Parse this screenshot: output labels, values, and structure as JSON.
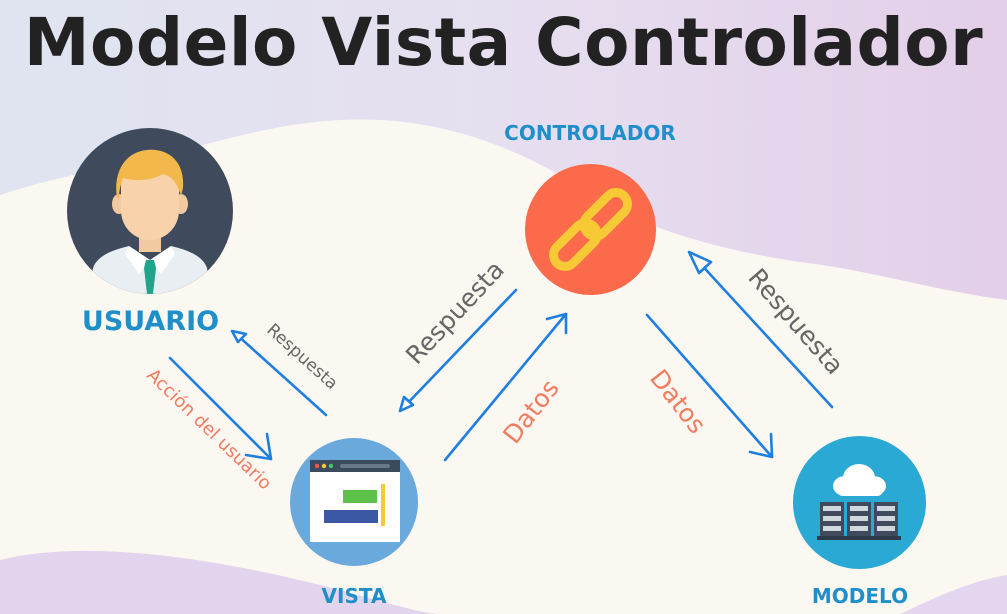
{
  "title": "Modelo Vista Controlador",
  "nodes": {
    "usuario": {
      "label": "USUARIO"
    },
    "controlador": {
      "label": "CONTROLADOR"
    },
    "vista": {
      "label": "VISTA"
    },
    "modelo": {
      "label": "MODELO"
    }
  },
  "edges": {
    "accion_usuario": "Acción del usuario",
    "respuesta_usuario": "Respuesta",
    "respuesta_controlador_vista": "Respuesta",
    "datos_vista_controlador": "Datos",
    "datos_controlador_modelo": "Datos",
    "respuesta_modelo_controlador": "Respuesta"
  },
  "colors": {
    "title": "#222222",
    "node_label": "#1e8fc8",
    "arrow": "#1e7fe0",
    "label_gray": "#666666",
    "label_salmon": "#f07c62",
    "controller_circle": "#fb6a4a",
    "vista_circle": "#6aa9db",
    "modelo_circle": "#2aa9d4",
    "usuario_circle": "#3f4b5c"
  },
  "icons": {
    "usuario": "user-avatar-icon",
    "controlador": "chain-link-icon",
    "vista": "browser-window-icon",
    "modelo": "cloud-server-icon"
  }
}
